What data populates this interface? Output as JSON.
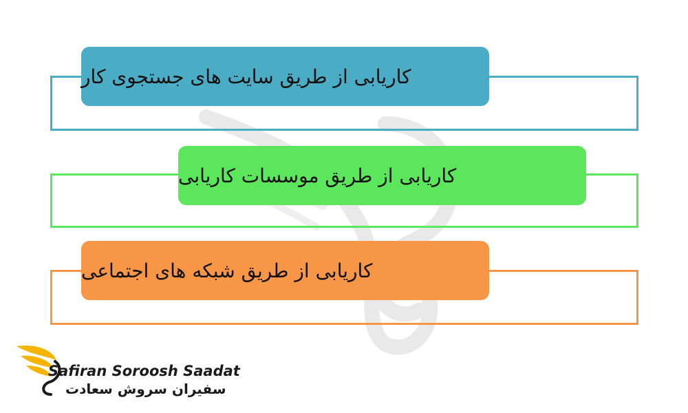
{
  "items": [
    {
      "label": "کاریابی از طریق سایت های جستجوی کار",
      "color": "#4bacc6",
      "border": "#4bacc6"
    },
    {
      "label": "کاریابی از طریق موسسات کاریابی",
      "color": "#5ce65c",
      "border": "#5ce65c"
    },
    {
      "label": "کاریابی از طریق شبکه های اجتماعی",
      "color": "#f79646",
      "border": "#f79646"
    }
  ],
  "logo": {
    "name_en": "Safiran Soroosh Saadat",
    "name_fa": "سفیران سروش سعادت",
    "wing_color": "#f5b400"
  }
}
